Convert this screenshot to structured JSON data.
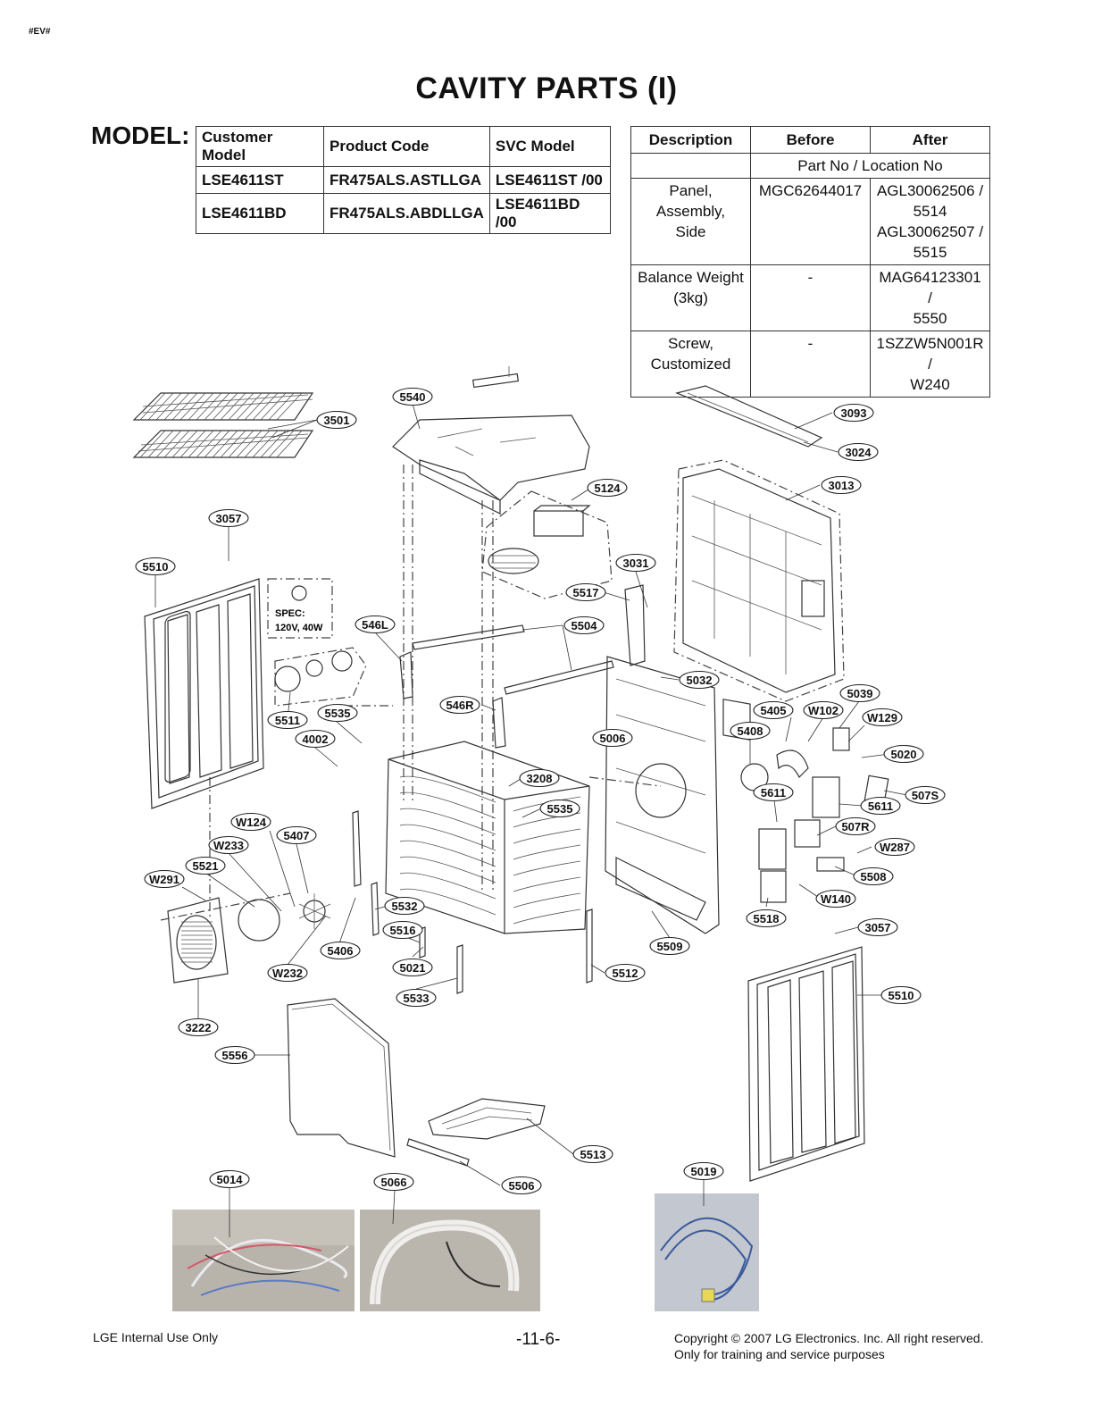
{
  "header": {
    "corner_code": "#EV#",
    "title": "CAVITY PARTS (I)",
    "model_label": "MODEL:"
  },
  "model_table": {
    "headers": [
      "Customer Model",
      "Product Code",
      "SVC Model"
    ],
    "rows": [
      [
        "LSE4611ST",
        "FR475ALS.ASTLLGA",
        "LSE4611ST /00"
      ],
      [
        "LSE4611BD",
        "FR475ALS.ABDLLGA",
        "LSE4611BD /00"
      ]
    ]
  },
  "change_table": {
    "headers": [
      "Description",
      "Before",
      "After"
    ],
    "subheader": "Part No / Location No",
    "rows": [
      {
        "description": [
          "Panel, Assembly,",
          "Side"
        ],
        "before": "MGC62644017",
        "after": [
          "AGL30062506 /",
          "5514",
          "AGL30062507 /",
          "5515"
        ]
      },
      {
        "description": [
          "Balance Weight",
          "(3kg)"
        ],
        "before": "-",
        "after": [
          "MAG64123301 /",
          "5550"
        ]
      },
      {
        "description": [
          "Screw,",
          "Customized"
        ],
        "before": "-",
        "after": [
          "1SZZW5N001R /",
          "W240"
        ]
      }
    ]
  },
  "diagram": {
    "spec_label": [
      "SPEC:",
      "120V, 40W"
    ],
    "callouts": [
      "3501",
      "5540",
      "3093",
      "3024",
      "5124",
      "3013",
      "3057",
      "5510",
      "3031",
      "5517",
      "546L",
      "5504",
      "5032",
      "5039",
      "546R",
      "5405",
      "W102",
      "W129",
      "5511",
      "5535",
      "4002",
      "5006",
      "5408",
      "5020",
      "3208",
      "5611",
      "507S",
      "5535",
      "5611",
      "W124",
      "5407",
      "507R",
      "W287",
      "W233",
      "5521",
      "W291",
      "5508",
      "5532",
      "W140",
      "5516",
      "5518",
      "3057",
      "5406",
      "5021",
      "5509",
      "5512",
      "W232",
      "5533",
      "5510",
      "3222",
      "5556",
      "5513",
      "5506",
      "5014",
      "5066",
      "5019"
    ]
  },
  "footer": {
    "left": "LGE Internal Use Only",
    "center": "-11-6-",
    "right": [
      "Copyright © 2007 LG Electronics. Inc. All right reserved.",
      "Only for training and service purposes"
    ]
  }
}
